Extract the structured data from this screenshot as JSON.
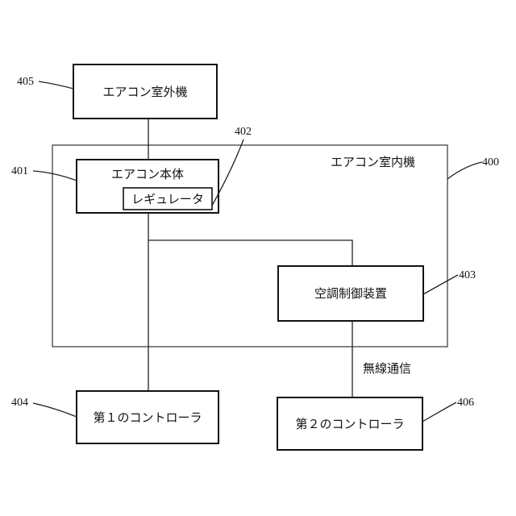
{
  "nodes": {
    "outdoor_unit": {
      "label": "エアコン室外機",
      "ref": "405"
    },
    "indoor_unit": {
      "label": "エアコン室内機",
      "ref": "400"
    },
    "aircon_body": {
      "label": "エアコン本体",
      "ref": "401"
    },
    "regulator": {
      "label": "レギュレータ",
      "ref": "402"
    },
    "ac_control_device": {
      "label": "空調制御装置",
      "ref": "403"
    },
    "first_controller": {
      "label": "第１のコントローラ",
      "ref": "404"
    },
    "second_controller": {
      "label": "第２のコントローラ",
      "ref": "406"
    }
  },
  "edges": {
    "wireless_label": "無線通信"
  }
}
